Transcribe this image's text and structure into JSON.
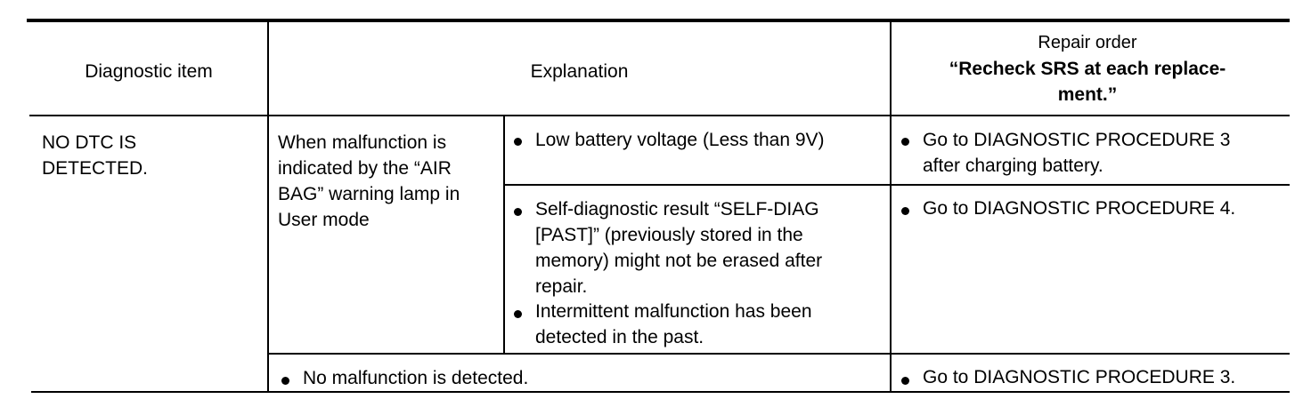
{
  "table": {
    "header": {
      "diagnostic_item": "Diagnostic item",
      "explanation": "Explanation",
      "repair_order": "Repair order",
      "repair_note_line1": "“Recheck SRS at each replace-",
      "repair_note_line2": "ment.”"
    },
    "row": {
      "item_line1": "NO DTC IS",
      "item_line2": "DETECTED.",
      "condition_line1": "When malfunction is",
      "condition_line2": "indicated by the “AIR",
      "condition_line3": "BAG” warning lamp in",
      "condition_line4": "User mode",
      "sub1": {
        "cause": "Low battery voltage (Less than 9V)",
        "repair_line1": "Go to DIAGNOSTIC PROCEDURE 3",
        "repair_line2": "after charging battery."
      },
      "sub2": {
        "cause1_line1": "Self-diagnostic result “SELF-DIAG",
        "cause1_line2": "[PAST]” (previously stored in the",
        "cause1_line3": "memory) might not be erased after",
        "cause1_line4": "repair.",
        "cause2_line1": "Intermittent malfunction has been",
        "cause2_line2": "detected in the past.",
        "repair": "Go to DIAGNOSTIC PROCEDURE 4."
      },
      "sub3": {
        "cause": "No malfunction is detected.",
        "repair": "Go to DIAGNOSTIC PROCEDURE 3."
      }
    }
  }
}
